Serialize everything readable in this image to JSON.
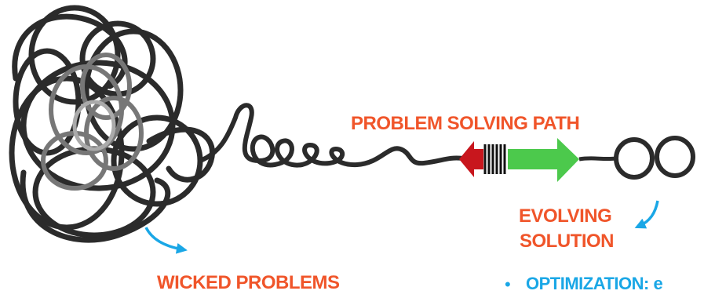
{
  "labels": {
    "path": "PROBLEM SOLVING PATH",
    "evolving_line1": "EVOLVING",
    "evolving_line2": "SOLUTION",
    "wicked": "WICKED PROBLEMS",
    "bullet": "•",
    "optimization": "OPTIMIZATION: e"
  },
  "colors": {
    "label_orange": "#f0552a",
    "pointer_blue": "#1aa7e6",
    "arrow_green": "#4cc94c",
    "arrow_red": "#c8161d",
    "string_dark": "#2b2b2b",
    "string_gray": "#777777"
  },
  "icons": [
    "tangle",
    "string-path",
    "spring-coil",
    "red-left-arrow",
    "green-right-arrow",
    "infinity-loop",
    "curved-pointer-arrow"
  ]
}
